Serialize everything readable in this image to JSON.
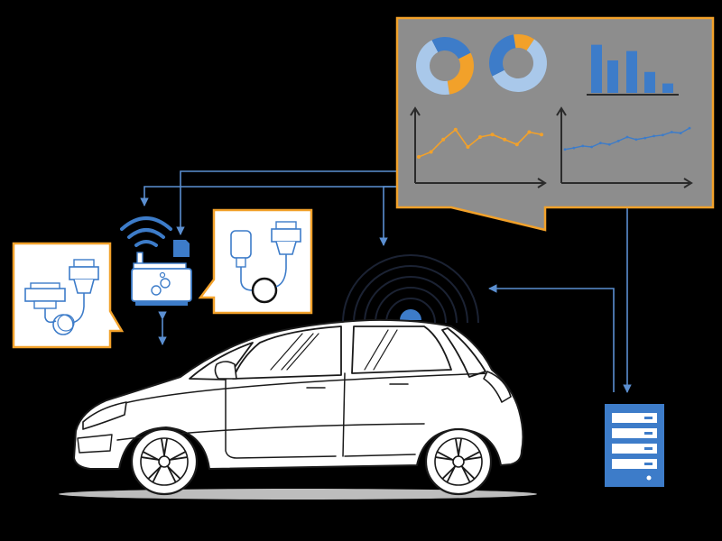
{
  "colors": {
    "background": "#000000",
    "accent_orange": "#f2a12a",
    "accent_blue": "#3d7cc9",
    "light_blue": "#a9c8ea",
    "dashboard_bg": "#8d8d8d",
    "connector_blue": "#5b8fd1",
    "callout_fill": "#ffffff",
    "car_stroke": "#1a1a1a"
  },
  "icons": {
    "dashboard": "analytics-dashboard-icon",
    "server": "server-rack-icon",
    "antenna": "signal-broadcast-icon",
    "wifi": "wifi-icon",
    "telematics_unit": "telematics-device-icon",
    "obd_cable": "obd-connector-icon",
    "car": "hatchback-car-icon"
  },
  "dashboard": {
    "donut_1": {
      "slices": [
        0.3,
        0.45,
        0.25
      ]
    },
    "donut_2": {
      "slices": [
        0.12,
        0.58,
        0.3
      ]
    },
    "bars": [
      0.92,
      0.62,
      0.8,
      0.4,
      0.18
    ],
    "orange_line": [
      0.2,
      0.3,
      0.55,
      0.75,
      0.4,
      0.6,
      0.65,
      0.55,
      0.45,
      0.7,
      0.65
    ],
    "blue_line": [
      0.35,
      0.38,
      0.42,
      0.4,
      0.48,
      0.45,
      0.52,
      0.6,
      0.55,
      0.58,
      0.62,
      0.64,
      0.7,
      0.68,
      0.78
    ]
  }
}
